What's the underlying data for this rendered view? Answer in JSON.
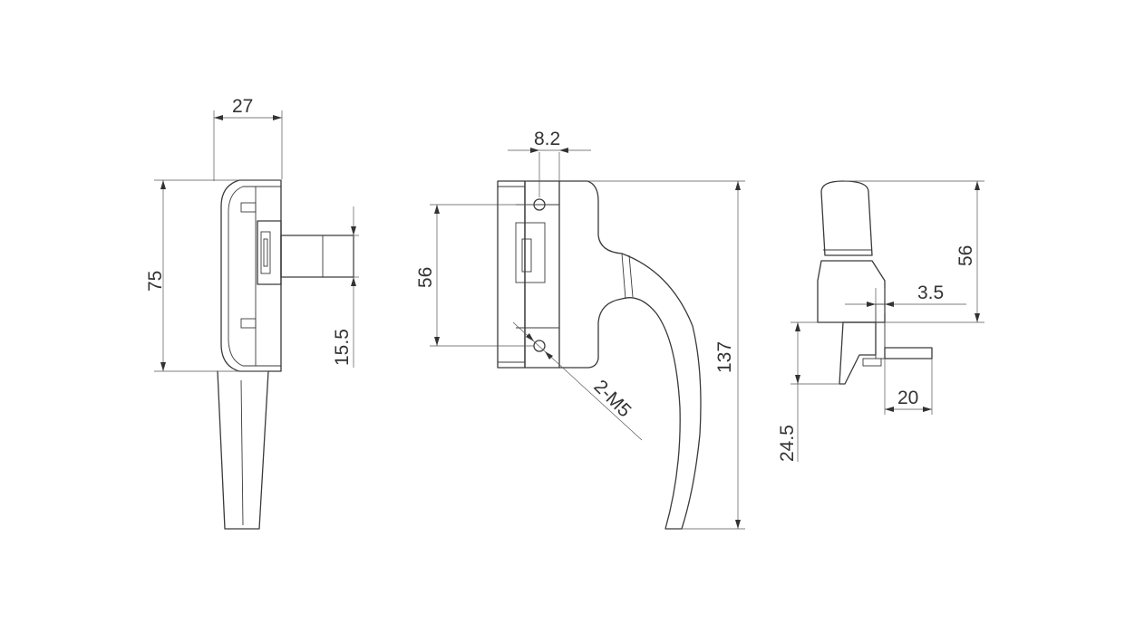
{
  "dimensions": {
    "front_width": "27",
    "front_height": "75",
    "front_spindle": "15.5",
    "side_offset": "8.2",
    "side_hole_spacing": "56",
    "side_holes": "2-M5",
    "side_total_height": "137",
    "end_height": "56",
    "end_offset": "3.5",
    "end_spindle_length": "20",
    "end_projection": "24.5"
  },
  "colors": {
    "line": "#3a3a3a",
    "background": "#ffffff"
  }
}
